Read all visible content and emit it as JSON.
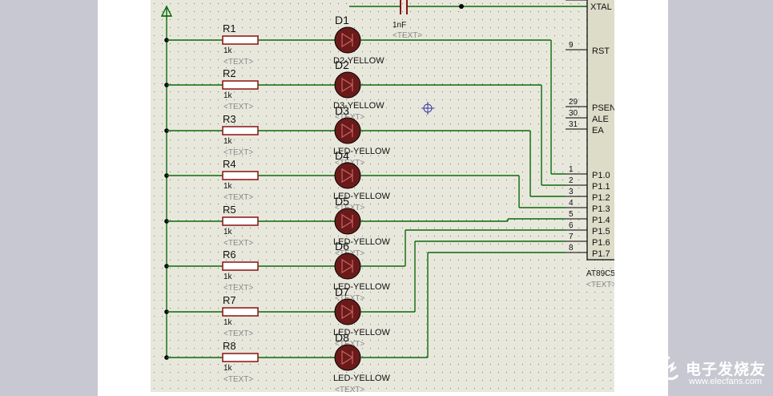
{
  "colors": {
    "canvas": "#e8e7dc",
    "wire": "#0a6a0a",
    "resistor": "#8b1010",
    "led": "#6b1a1a",
    "text": "#111111",
    "placeholder": "#8a8a8a",
    "chip": "#dcdcc8"
  },
  "schematic": {
    "capacitor": {
      "value": "1nF",
      "text_placeholder": "<TEXT>"
    },
    "led_model": "LED-YELLOW",
    "channels": [
      {
        "resistor": "R1",
        "value": "1k",
        "placeholder": "<TEXT>",
        "led": "D1",
        "model_visible": "D2-YELLOW",
        "led_placeholder": ""
      },
      {
        "resistor": "R2",
        "value": "1k",
        "placeholder": "<TEXT>",
        "led": "D2",
        "model_visible": "D3-YELLOW",
        "led_placeholder": "<TEXT>"
      },
      {
        "resistor": "R3",
        "value": "1k",
        "placeholder": "<TEXT>",
        "led": "D3",
        "model_visible": "LED-YELLOW",
        "led_placeholder": "<TEXT>"
      },
      {
        "resistor": "R4",
        "value": "1k",
        "placeholder": "<TEXT>",
        "led": "D4",
        "model_visible": "LED-YELLOW",
        "led_placeholder": "<TEXT>"
      },
      {
        "resistor": "R5",
        "value": "1k",
        "placeholder": "<TEXT>",
        "led": "D5",
        "model_visible": "LED-YELLOW",
        "led_placeholder": "<TEXT>"
      },
      {
        "resistor": "R6",
        "value": "1k",
        "placeholder": "<TEXT>",
        "led": "D6",
        "model_visible": "LED-YELLOW",
        "led_placeholder": "<TEXT>"
      },
      {
        "resistor": "R7",
        "value": "1k",
        "placeholder": "<TEXT>",
        "led": "D7",
        "model_visible": "LED-YELLOW",
        "led_placeholder": "<TEXT>"
      },
      {
        "resistor": "R8",
        "value": "1k",
        "placeholder": "<TEXT>",
        "led": "D8",
        "model_visible": "LED-YELLOW",
        "led_placeholder": "<TEXT>"
      }
    ],
    "chip": {
      "name": "AT89C5",
      "placeholder": "<TEXT>",
      "top_pin": {
        "number": "",
        "label": "XTAL"
      },
      "pins": [
        {
          "number": "9",
          "label": "RST"
        },
        {
          "number": "29",
          "label": "PSEN"
        },
        {
          "number": "30",
          "label": "ALE"
        },
        {
          "number": "31",
          "label": "EA"
        },
        {
          "number": "1",
          "label": "P1.0"
        },
        {
          "number": "2",
          "label": "P1.1"
        },
        {
          "number": "3",
          "label": "P1.2"
        },
        {
          "number": "4",
          "label": "P1.3"
        },
        {
          "number": "5",
          "label": "P1.4"
        },
        {
          "number": "6",
          "label": "P1.5"
        },
        {
          "number": "7",
          "label": "P1.6"
        },
        {
          "number": "8",
          "label": "P1.7"
        }
      ]
    }
  },
  "watermark": {
    "text": "电子发烧友",
    "url": "www.elecfans.com",
    "icon": "elecfans-logo-icon"
  }
}
